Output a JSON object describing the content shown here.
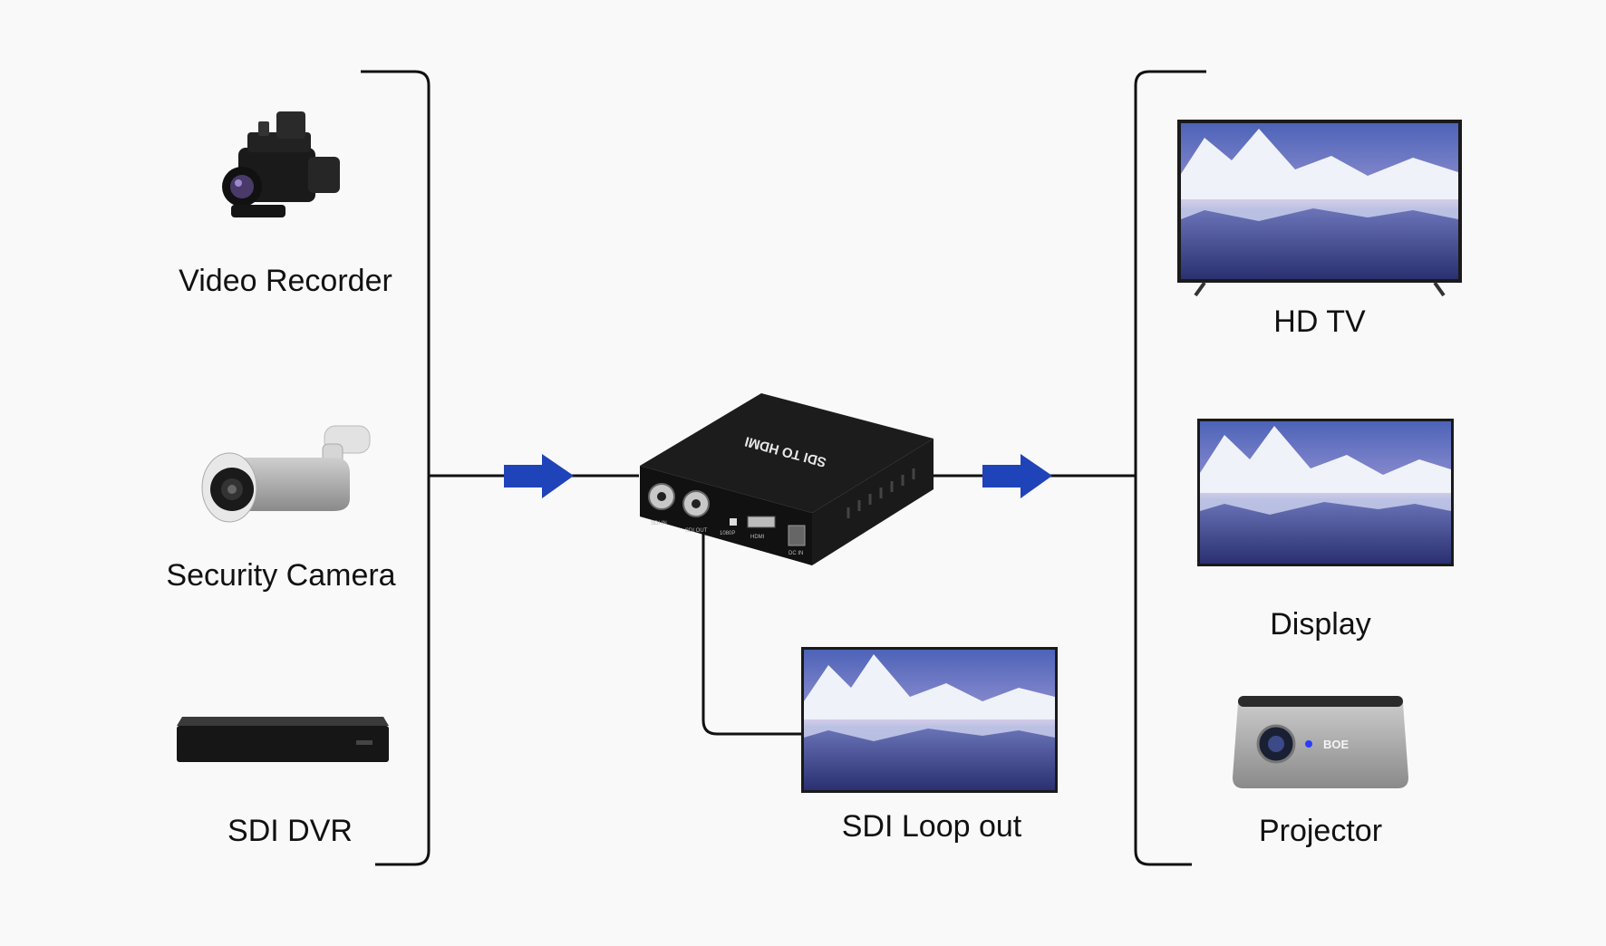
{
  "diagram": {
    "sources": [
      {
        "id": "video-recorder",
        "label": "Video Recorder",
        "icon": "camcorder-icon"
      },
      {
        "id": "security-camera",
        "label": "Security Camera",
        "icon": "cctv-camera-icon"
      },
      {
        "id": "sdi-dvr",
        "label": "SDI DVR",
        "icon": "dvr-box-icon"
      }
    ],
    "converter": {
      "top_text": "SDI TO HDMI",
      "port_labels": [
        "SDI IN",
        "SDI OUT",
        "1080P",
        "HDMI",
        "DC IN"
      ]
    },
    "loop": {
      "label": "SDI Loop out",
      "icon": "monitor-icon"
    },
    "outputs": [
      {
        "id": "hd-tv",
        "label": "HD TV",
        "icon": "tv-icon"
      },
      {
        "id": "display",
        "label": "Display",
        "icon": "monitor-icon"
      },
      {
        "id": "projector",
        "label": "Projector",
        "icon": "projector-icon",
        "brand": "BOE"
      }
    ],
    "colors": {
      "arrow": "#1f43b8",
      "line": "#111111",
      "background": "#f9f9f9"
    }
  }
}
